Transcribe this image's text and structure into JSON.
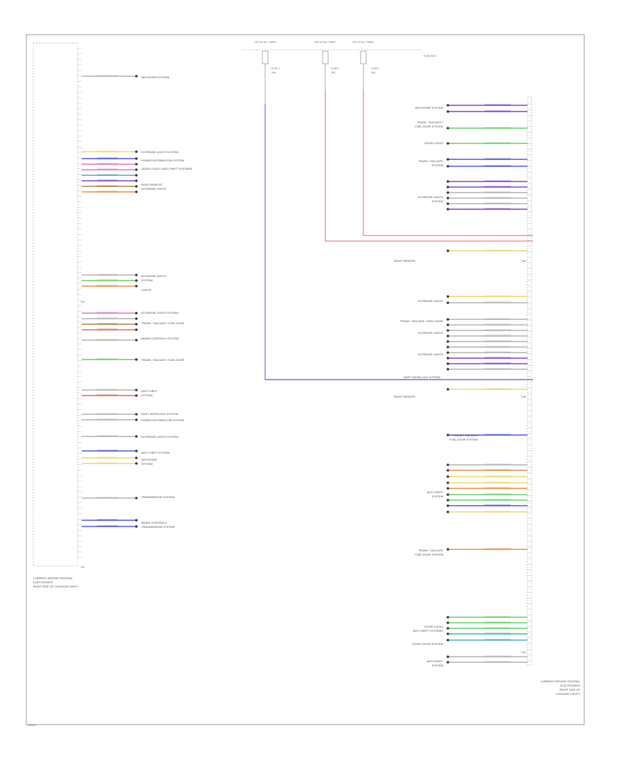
{
  "fuses": [
    {
      "top": "HOT AT ALL TIMES",
      "name": "FUSE 1",
      "amp": "15A"
    },
    {
      "top": "HOT AT ALL TIMES",
      "name": "FUSE 2",
      "amp": "15A"
    },
    {
      "top": "HOT AT ALL TIMES",
      "name": "FUSE 3",
      "amp": "15A"
    }
  ],
  "fuse_box_label": "FUSE BOX",
  "left_module_label": [
    "CURRENT DRIVING CENTRAL",
    "ELECTRONICS",
    "RIGHT SIDE OF LUGGAGE CAVITY"
  ],
  "right_module_label": [
    "CURRENT DRIVING CENTRAL",
    "ELECTRONICS",
    "RIGHT SIDE OF",
    "LUGGAGE CAVITY"
  ],
  "footer_code": "000000",
  "left_connectors": [
    "T2A",
    "T28",
    "T32"
  ],
  "right_connectors": [
    "T16A",
    "T16B",
    "T16C"
  ],
  "left_labels": [
    "DEFOGGER SYSTEM",
    "EXTERIOR LIGHTS SYSTEM",
    "POWER DISTRIBUTION SYSTEM",
    "DOOR LOCKS / ANTI-THEFT SYSTEMS",
    "RIGHT REMOTE",
    "EXTERIOR LIGHTS",
    "SYSTEM",
    "LIGHTS",
    "EXTERIOR LIGHTS SYSTEM",
    "TRUNK / TAILGATE / FUEL DOOR",
    "BRAKE CONTROLS SYSTEM",
    "TRUNK / TAILGATE / FUEL DOOR",
    "ANTI-THEFT",
    "SYSTEM",
    "SHIFT INTERLOCK SYSTEM",
    "POWER DISTRIBUTION SYSTEM",
    "EXTERIOR LIGHTS SYSTEM",
    "ANTI-THEFT SYSTEM",
    "DEFOGGER",
    "SYSTEM",
    "TRANSMISSION SYSTEM",
    "BRAKE CONTROLS",
    "TRANSMISSION SYSTEM"
  ],
  "right_labels": [
    "DEFOGGER SYSTEM",
    "TRUNK / TAILGATE /",
    "FUEL DOOR SYSTEM",
    "DOOR LOCKS",
    "TRUNK / TAILGATE",
    "SYSTEM",
    "EXTERIOR LIGHTS",
    "SYSTEM",
    "RIGHT REMOTE",
    "EXTERIOR LIGHTS",
    "TRUNK / TAILGATE / FUEL DOOR",
    "EXTERIOR LIGHTS",
    "EXTERIOR LIGHTS",
    "SHIFT INTERLOCK SYSTEM",
    "RIGHT REMOTE",
    "TRUNK / TAILGATE",
    "FUEL DOOR SYSTEM",
    "ANTI-THEFT",
    "SYSTEM",
    "TRUNK / TAILGATE",
    "FUEL DOOR SYSTEM",
    "DOOR LOCKS",
    "ANTI-THEFT SYSTEMS",
    "DOOR LOCKS SYSTEM",
    "ANTI-THEFT",
    "SYSTEM"
  ],
  "colors": {
    "frame": "#999999",
    "violet": "#7a3fd0",
    "blue": "#5050e0",
    "red": "#e06060",
    "yellow": "#e8d870",
    "green": "#60d060",
    "orange": "#e09040",
    "pink": "#e070c0",
    "teal": "#40b0b0",
    "gray": "#b0b0b0",
    "brown": "#b08040"
  }
}
